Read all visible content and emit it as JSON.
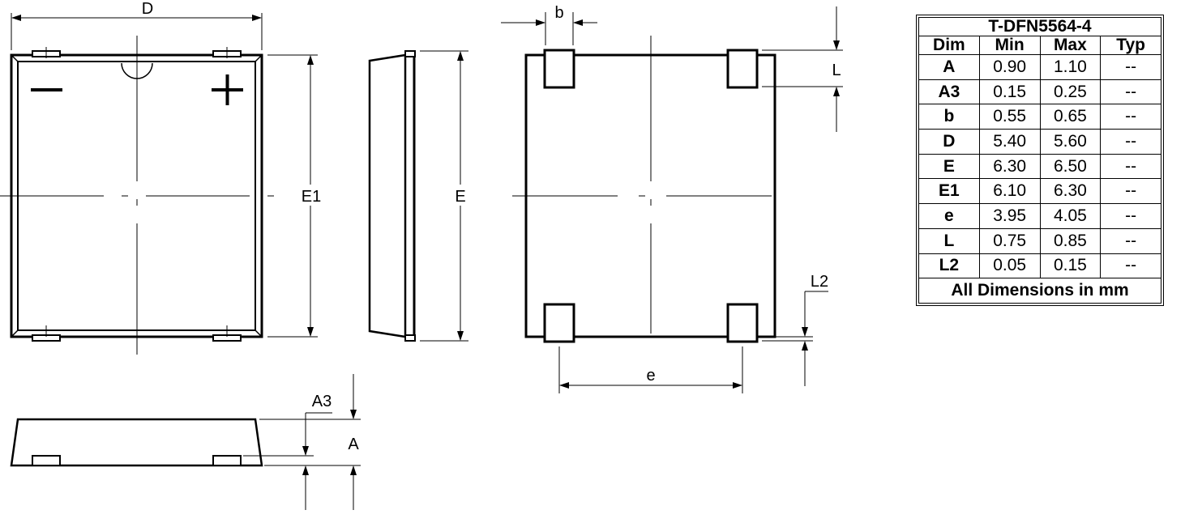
{
  "labels": {
    "d": "D",
    "e1": "E1",
    "e": "E",
    "b": "b",
    "l": "L",
    "l2": "L2",
    "pitch_e": "e",
    "a3": "A3",
    "a": "A"
  },
  "polarity": {
    "minus": "−",
    "plus": "+"
  },
  "table": {
    "title": "T-DFN5564-4",
    "headers": [
      "Dim",
      "Min",
      "Max",
      "Typ"
    ],
    "rows": [
      {
        "dim": "A",
        "min": "0.90",
        "max": "1.10",
        "typ": "--"
      },
      {
        "dim": "A3",
        "min": "0.15",
        "max": "0.25",
        "typ": "--"
      },
      {
        "dim": "b",
        "min": "0.55",
        "max": "0.65",
        "typ": "--"
      },
      {
        "dim": "D",
        "min": "5.40",
        "max": "5.60",
        "typ": "--"
      },
      {
        "dim": "E",
        "min": "6.30",
        "max": "6.50",
        "typ": "--"
      },
      {
        "dim": "E1",
        "min": "6.10",
        "max": "6.30",
        "typ": "--"
      },
      {
        "dim": "e",
        "min": "3.95",
        "max": "4.05",
        "typ": "--"
      },
      {
        "dim": "L",
        "min": "0.75",
        "max": "0.85",
        "typ": "--"
      },
      {
        "dim": "L2",
        "min": "0.05",
        "max": "0.15",
        "typ": "--"
      }
    ],
    "footer": "All Dimensions in mm"
  }
}
